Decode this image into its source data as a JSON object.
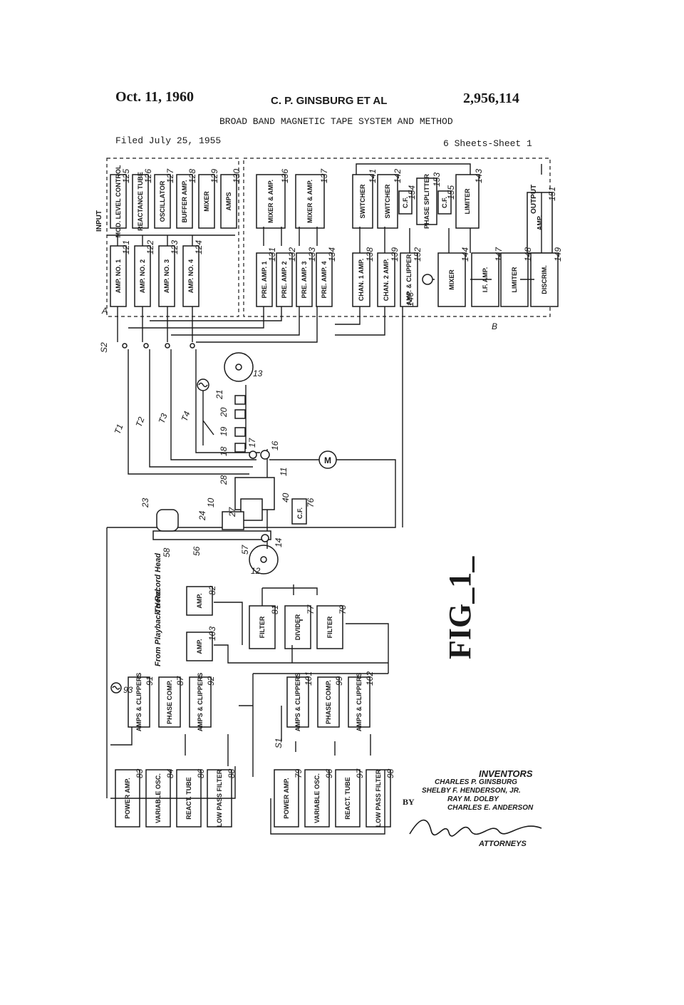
{
  "header": {
    "date": "Oct. 11, 1960",
    "inventor_short": "C. P. GINSBURG ET AL",
    "patent_number": "2,956,114",
    "title": "BROAD BAND MAGNETIC TAPE SYSTEM AND METHOD",
    "filed": "Filed July 25, 1955",
    "sheets": "6 Sheets-Sheet 1"
  },
  "blocks_top_left": [
    {
      "label": "MOD. LEVEL CONTROL",
      "ref": "125"
    },
    {
      "label": "REACTANCE TUBE",
      "ref": "126"
    },
    {
      "label": "OSCILLATOR",
      "ref": "127"
    },
    {
      "label": "BUFFER AMP.",
      "ref": "128"
    },
    {
      "label": "MIXER",
      "ref": "129"
    },
    {
      "label": "AMPS",
      "ref": "130"
    }
  ],
  "amps_left": [
    {
      "label": "AMP. NO. 1",
      "ref": "121"
    },
    {
      "label": "AMP. NO. 2",
      "ref": "122"
    },
    {
      "label": "AMP. NO. 3",
      "ref": "123"
    },
    {
      "label": "AMP. NO. 4",
      "ref": "124"
    }
  ],
  "mixers_right": [
    {
      "label": "MIXER & AMP.",
      "ref": "136"
    },
    {
      "label": "MIXER & AMP.",
      "ref": "137"
    }
  ],
  "preamps": [
    {
      "label": "PRE. AMP. 1",
      "ref": "131"
    },
    {
      "label": "PRE. AMP. 2",
      "ref": "132"
    },
    {
      "label": "PRE. AMP. 3",
      "ref": "133"
    },
    {
      "label": "PRE. AMP. 4",
      "ref": "134"
    }
  ],
  "channels": [
    {
      "label": "CHAN. 1 AMP.",
      "ref": "138"
    },
    {
      "label": "CHAN. 2 AMP.",
      "ref": "139"
    }
  ],
  "switchers": [
    {
      "label": "SWITCHER",
      "ref": "141"
    },
    {
      "label": "SWITCHER",
      "ref": "142"
    }
  ],
  "upper_right": [
    {
      "label": "C.F.",
      "ref": "154"
    },
    {
      "label": "PHASE SPLITTER",
      "ref": "153"
    },
    {
      "label": "C.F.",
      "ref": "155"
    },
    {
      "label": "LIMITER",
      "ref": "143"
    }
  ],
  "lower_right": [
    {
      "label": "AMP. & CLIPPER",
      "ref": "152"
    },
    {
      "label": "MIXER",
      "ref": "144"
    },
    {
      "label": "I.F. AMP.",
      "ref": "147"
    },
    {
      "label": "LIMITER",
      "ref": "148"
    },
    {
      "label": "DISCRIM.",
      "ref": "149"
    },
    {
      "label": "AMP.",
      "ref": "151"
    }
  ],
  "io_labels": {
    "input": "INPUT",
    "output": "OUTPUT"
  },
  "misc_refs": {
    "A": "A",
    "B": "B",
    "S2": "S2",
    "S1": "S1",
    "osc146": "146",
    "T1": "T1",
    "T2": "T2",
    "T3": "T3",
    "T4": "T4",
    "reel13": "13",
    "reel12": "12",
    "motor": "M",
    "heads": [
      "21",
      "20",
      "19",
      "18",
      "17",
      "16",
      "11"
    ],
    "drum": [
      "28",
      "40",
      "10",
      "24",
      "27",
      "23",
      "14",
      "57",
      "56",
      "58"
    ],
    "cf76": "C.F.",
    "cf76_ref": "76"
  },
  "servo_top": {
    "to_record_head": "To Record Head",
    "from_playback_head": "From Playback Head",
    "amp82": {
      "label": "AMP.",
      "ref": "82"
    },
    "amp103": {
      "label": "AMP.",
      "ref": "103"
    },
    "filter81": {
      "label": "FILTER",
      "ref": "81"
    },
    "divider77": {
      "label": "DIVIDER",
      "ref": "77"
    },
    "filter78": {
      "label": "FILTER",
      "ref": "78"
    }
  },
  "servo_left": [
    {
      "label": "AMPS & CLIPPERS",
      "ref": "91"
    },
    {
      "label": "PHASE COMP.",
      "ref": "87"
    },
    {
      "label": "AMPS & CLIPPERS",
      "ref": "92"
    }
  ],
  "servo_left_osc_ref": "93",
  "servo_right": [
    {
      "label": "AMPS & CLIPPERS",
      "ref": "101"
    },
    {
      "label": "PHASE COMP.",
      "ref": "99"
    },
    {
      "label": "AMPS & CLIPPERS",
      "ref": "102"
    }
  ],
  "bottom_left": [
    {
      "label": "POWER AMP.",
      "ref": "83"
    },
    {
      "label": "VARIABLE OSC.",
      "ref": "84"
    },
    {
      "label": "REACT. TUBE",
      "ref": "86"
    },
    {
      "label": "LOW PASS FILTER",
      "ref": "88"
    }
  ],
  "bottom_right": [
    {
      "label": "POWER AMP.",
      "ref": "79"
    },
    {
      "label": "VARIABLE OSC.",
      "ref": "96"
    },
    {
      "label": "REACT. TUBE",
      "ref": "97"
    },
    {
      "label": "LOW PASS FILTER",
      "ref": "98"
    }
  ],
  "figure_label": "FIG_1_",
  "inventors": {
    "heading": "INVENTORS",
    "names": [
      "CHARLES P. GINSBURG",
      "SHELBY F. HENDERSON, JR.",
      "RAY M. DOLBY",
      "CHARLES E. ANDERSON"
    ],
    "by": "BY",
    "attorneys": "ATTORNEYS"
  }
}
